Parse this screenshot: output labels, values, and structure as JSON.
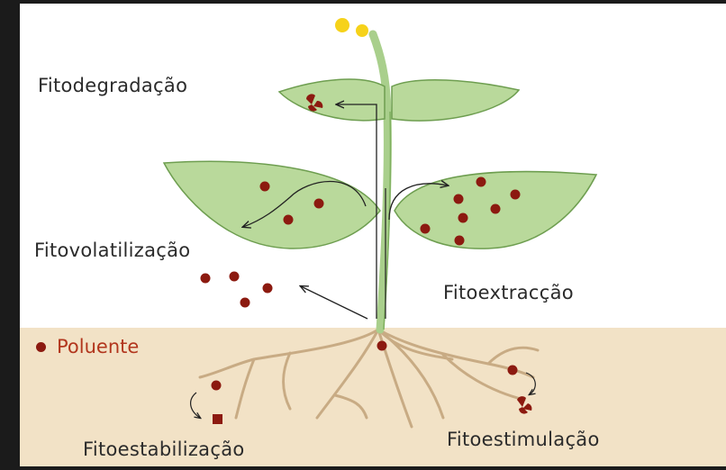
{
  "labels": {
    "fitodegradacao": "Fitodegradação",
    "fitovolatilizacao": "Fitovolatilização",
    "fitoextraccao": "Fitoextracção",
    "fitoestabilizacao": "Fitoestabilização",
    "fitoestimulacao": "Fitoestimulação"
  },
  "legend": {
    "label": "Poluente",
    "marker_icon": "pollutant-dot-icon"
  },
  "colors": {
    "leaf_fill": "#b9d99b",
    "leaf_stroke": "#6e9e50",
    "stem": "#a9cf8c",
    "flower": "#f6d21a",
    "pollutant": "#8c1a10",
    "root": "#c8ab84",
    "soil": "#f2e2c6",
    "legend_text": "#b2361d"
  }
}
